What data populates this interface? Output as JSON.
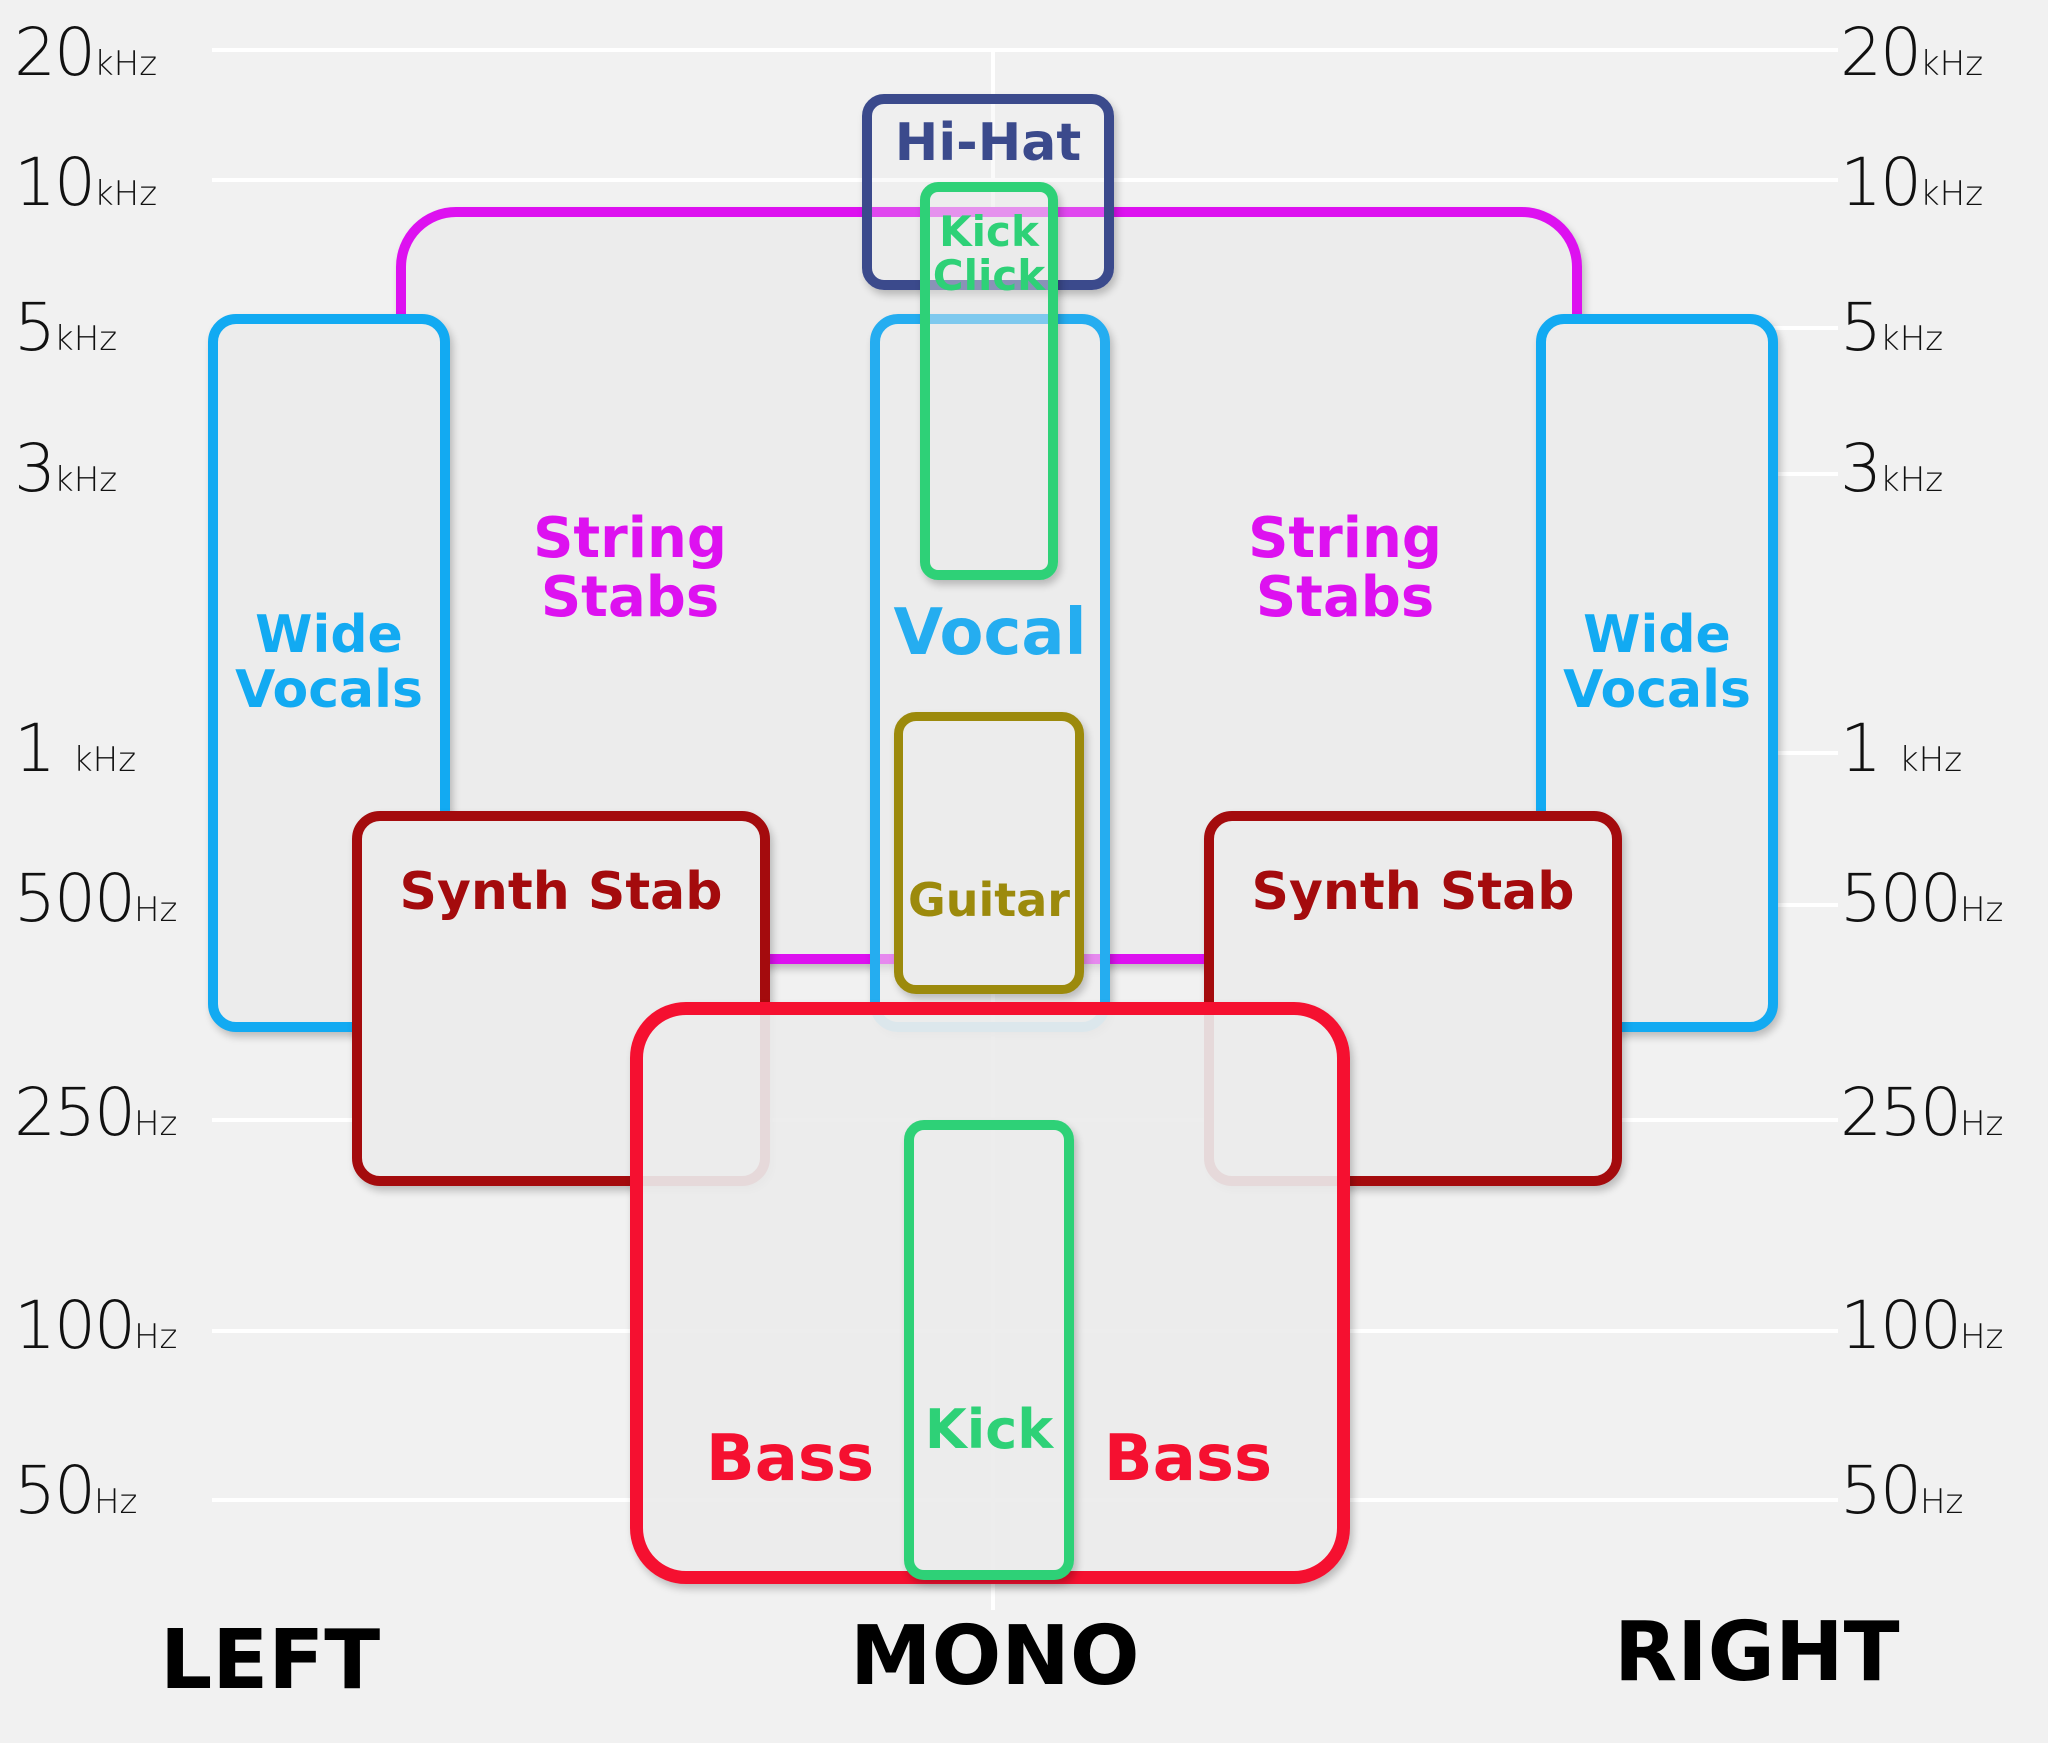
{
  "left_axis": [
    {
      "num": "20",
      "unit": "kHz"
    },
    {
      "num": "10",
      "unit": "kHz"
    },
    {
      "num": "5",
      "unit": "kHz"
    },
    {
      "num": "3",
      "unit": "kHz"
    },
    {
      "num": "1 ",
      "unit": "kHz"
    },
    {
      "num": "500",
      "unit": "Hz"
    },
    {
      "num": "250",
      "unit": "Hz"
    },
    {
      "num": "100",
      "unit": "Hz"
    },
    {
      "num": "50",
      "unit": "Hz"
    }
  ],
  "right_axis": [
    {
      "num": "20",
      "unit": "kHz"
    },
    {
      "num": "10",
      "unit": "kHz"
    },
    {
      "num": "5",
      "unit": "kHz"
    },
    {
      "num": "3",
      "unit": "kHz"
    },
    {
      "num": "1 ",
      "unit": "kHz"
    },
    {
      "num": "500",
      "unit": "Hz"
    },
    {
      "num": "250",
      "unit": "Hz"
    },
    {
      "num": "100",
      "unit": "Hz"
    },
    {
      "num": "50",
      "unit": "Hz"
    }
  ],
  "sides": {
    "left": "LEFT",
    "mono": "MONO",
    "right": "RIGHT"
  },
  "labels": {
    "string_stabs_left": "String\nStabs",
    "string_stabs_right": "String\nStabs",
    "wide_vocals_left": "Wide\nVocals",
    "wide_vocals_right": "Wide\nVocals",
    "synth_stab_left": "Synth Stab",
    "synth_stab_right": "Synth Stab",
    "hi_hat": "Hi-Hat",
    "kick_click": "Kick\nClick",
    "vocal": "Vocal",
    "guitar": "Guitar",
    "bass_left": "Bass",
    "bass_right": "Bass",
    "kick": "Kick"
  },
  "colors": {
    "string_stabs": "#dd11f0",
    "wide_vocals": "#12aaf2",
    "synth_stab": "#a40b0d",
    "hi_hat": "#3b4a8c",
    "kick": "#2ed177",
    "vocal": "#25adf0",
    "guitar": "#9c8a0c",
    "bass": "#f51030"
  }
}
